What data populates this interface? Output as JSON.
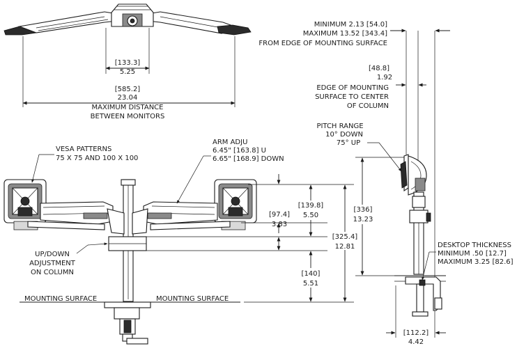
{
  "top_view": {
    "inner_spacing_mm": "[133.3]",
    "inner_spacing_in": "5.25",
    "max_distance_mm": "[585.2]",
    "max_distance_in": "23.04",
    "max_distance_caption_1": "MAXIMUM DISTANCE",
    "max_distance_caption_2": "BETWEEN MONITORS"
  },
  "front_view": {
    "vesa_1": "VESA PATTERNS",
    "vesa_2": "75 X 75 AND 100 X 100",
    "arm_adj_1": "ARM ADJU",
    "arm_adj_2": "6.45\" [163.8] U",
    "arm_adj_3": "6.65\" [168.9] DOWN",
    "updown_1": "UP/DOWN",
    "updown_2": "ADJUSTMENT",
    "updown_3": "ON COLUMN",
    "mounting_left": "MOUNTING SURFACE",
    "mounting_right": "MOUNTING SURFACE",
    "dim_97_mm": "[97.4]",
    "dim_97_in": "3.83",
    "dim_139_mm": "[139.8]",
    "dim_139_in": "5.50",
    "dim_325_mm": "[325.4]",
    "dim_325_in": "12.81",
    "dim_140_mm": "[140]",
    "dim_140_in": "5.51",
    "dim_336_mm": "[336]",
    "dim_336_in": "13.23"
  },
  "side_view": {
    "min_line": "MINIMUM 2.13 [54.0]",
    "max_line": "MAXIMUM 13.52 [343.4]",
    "from_edge": "FROM EDGE OF MOUNTING SURFACE",
    "dim_48_mm": "[48.8]",
    "dim_48_in": "1.92",
    "edge_1": "EDGE OF MOUNTING",
    "edge_2": "SURFACE TO CENTER",
    "edge_3": "OF COLUMN",
    "pitch_1": "PITCH RANGE",
    "pitch_2": "10° DOWN",
    "pitch_3": "75° UP",
    "desk_1": "DESKTOP THICKNESS",
    "desk_2": "MINIMUM .50 [12.7]",
    "desk_3": "MAXIMUM 3.25 [82.6]",
    "dim_112_mm": "[112.2]",
    "dim_112_in": "4.42"
  }
}
